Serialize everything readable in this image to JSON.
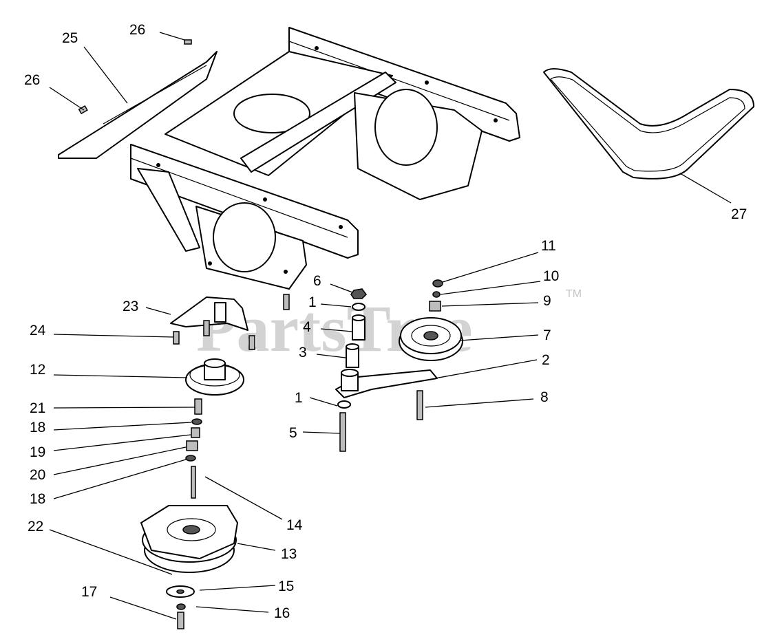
{
  "watermark": {
    "text": "PartsTree",
    "trademark": "TM"
  },
  "callouts": {
    "c1a": "1",
    "c1b": "1",
    "c2": "2",
    "c3": "3",
    "c4": "4",
    "c5": "5",
    "c6": "6",
    "c7": "7",
    "c8": "8",
    "c9": "9",
    "c10": "10",
    "c11": "11",
    "c12": "12",
    "c13": "13",
    "c14": "14",
    "c15": "15",
    "c16": "16",
    "c17": "17",
    "c18a": "18",
    "c18b": "18",
    "c19": "19",
    "c20": "20",
    "c21": "21",
    "c22": "22",
    "c23": "23",
    "c24": "24",
    "c25": "25",
    "c26a": "26",
    "c26b": "26",
    "c27": "27"
  }
}
